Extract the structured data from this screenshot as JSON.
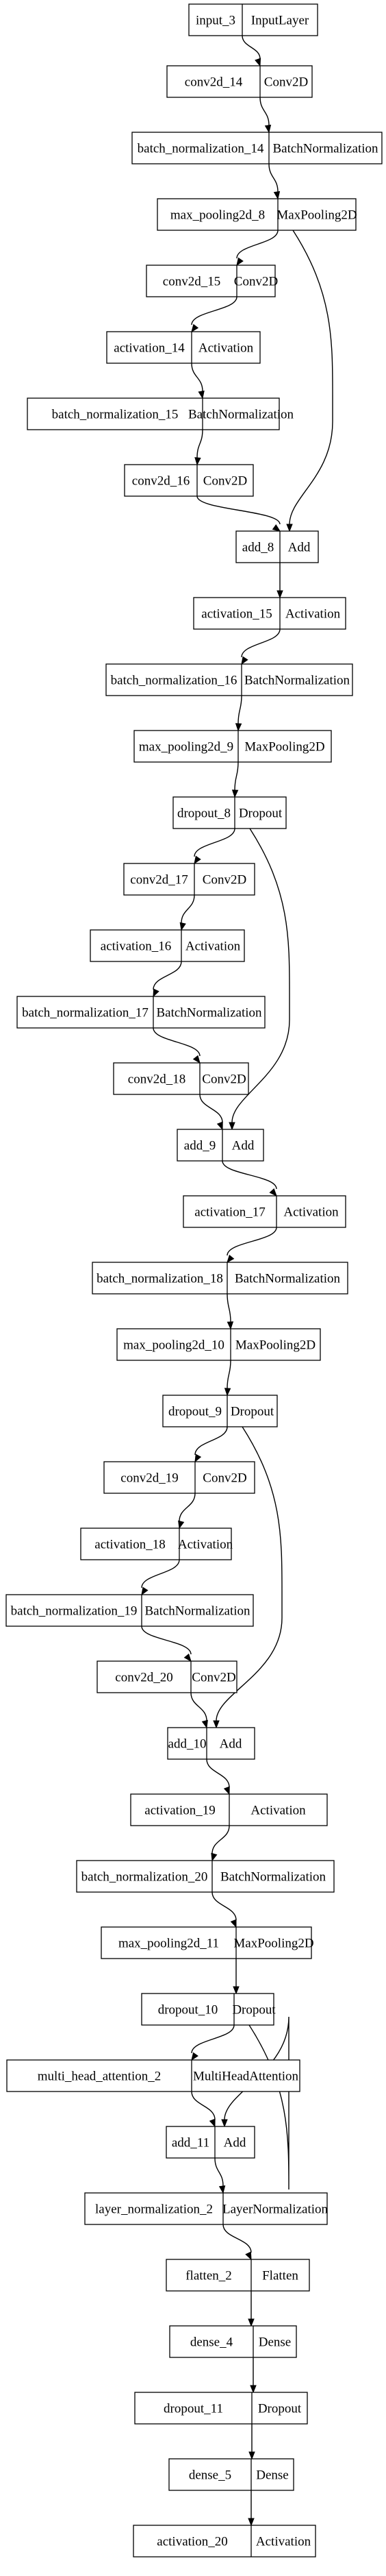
{
  "nodes": [
    {
      "id": "input_3",
      "type": "InputLayer"
    },
    {
      "id": "conv2d_14",
      "type": "Conv2D"
    },
    {
      "id": "batch_normalization_14",
      "type": "BatchNormalization"
    },
    {
      "id": "max_pooling2d_8",
      "type": "MaxPooling2D"
    },
    {
      "id": "conv2d_15",
      "type": "Conv2D"
    },
    {
      "id": "activation_14",
      "type": "Activation"
    },
    {
      "id": "batch_normalization_15",
      "type": "BatchNormalization"
    },
    {
      "id": "conv2d_16",
      "type": "Conv2D"
    },
    {
      "id": "add_8",
      "type": "Add"
    },
    {
      "id": "activation_15",
      "type": "Activation"
    },
    {
      "id": "batch_normalization_16",
      "type": "BatchNormalization"
    },
    {
      "id": "max_pooling2d_9",
      "type": "MaxPooling2D"
    },
    {
      "id": "dropout_8",
      "type": "Dropout"
    },
    {
      "id": "conv2d_17",
      "type": "Conv2D"
    },
    {
      "id": "activation_16",
      "type": "Activation"
    },
    {
      "id": "batch_normalization_17",
      "type": "BatchNormalization"
    },
    {
      "id": "conv2d_18",
      "type": "Conv2D"
    },
    {
      "id": "add_9",
      "type": "Add"
    },
    {
      "id": "activation_17",
      "type": "Activation"
    },
    {
      "id": "batch_normalization_18",
      "type": "BatchNormalization"
    },
    {
      "id": "max_pooling2d_10",
      "type": "MaxPooling2D"
    },
    {
      "id": "dropout_9",
      "type": "Dropout"
    },
    {
      "id": "conv2d_19",
      "type": "Conv2D"
    },
    {
      "id": "activation_18",
      "type": "Activation"
    },
    {
      "id": "batch_normalization_19",
      "type": "BatchNormalization"
    },
    {
      "id": "conv2d_20",
      "type": "Conv2D"
    },
    {
      "id": "add_10",
      "type": "Add"
    },
    {
      "id": "activation_19",
      "type": "Activation"
    },
    {
      "id": "batch_normalization_20",
      "type": "BatchNormalization"
    },
    {
      "id": "max_pooling2d_11",
      "type": "MaxPooling2D"
    },
    {
      "id": "dropout_10",
      "type": "Dropout"
    },
    {
      "id": "multi_head_attention_2",
      "type": "MultiHeadAttention"
    },
    {
      "id": "add_11",
      "type": "Add"
    },
    {
      "id": "layer_normalization_2",
      "type": "LayerNormalization"
    },
    {
      "id": "flatten_2",
      "type": "Flatten"
    },
    {
      "id": "dense_4",
      "type": "Dense"
    },
    {
      "id": "dropout_11",
      "type": "Dropout"
    },
    {
      "id": "dense_5",
      "type": "Dense"
    },
    {
      "id": "activation_20",
      "type": "Activation"
    }
  ],
  "edges": [
    [
      "input_3",
      "conv2d_14"
    ],
    [
      "conv2d_14",
      "batch_normalization_14"
    ],
    [
      "batch_normalization_14",
      "max_pooling2d_8"
    ],
    [
      "max_pooling2d_8",
      "conv2d_15"
    ],
    [
      "max_pooling2d_8",
      "add_8"
    ],
    [
      "conv2d_15",
      "activation_14"
    ],
    [
      "activation_14",
      "batch_normalization_15"
    ],
    [
      "batch_normalization_15",
      "conv2d_16"
    ],
    [
      "conv2d_16",
      "add_8"
    ],
    [
      "add_8",
      "activation_15"
    ],
    [
      "activation_15",
      "batch_normalization_16"
    ],
    [
      "batch_normalization_16",
      "max_pooling2d_9"
    ],
    [
      "max_pooling2d_9",
      "dropout_8"
    ],
    [
      "dropout_8",
      "conv2d_17"
    ],
    [
      "dropout_8",
      "add_9"
    ],
    [
      "conv2d_17",
      "activation_16"
    ],
    [
      "activation_16",
      "batch_normalization_17"
    ],
    [
      "batch_normalization_17",
      "conv2d_18"
    ],
    [
      "conv2d_18",
      "add_9"
    ],
    [
      "add_9",
      "activation_17"
    ],
    [
      "activation_17",
      "batch_normalization_18"
    ],
    [
      "batch_normalization_18",
      "max_pooling2d_10"
    ],
    [
      "max_pooling2d_10",
      "dropout_9"
    ],
    [
      "dropout_9",
      "conv2d_19"
    ],
    [
      "dropout_9",
      "add_10"
    ],
    [
      "conv2d_19",
      "activation_18"
    ],
    [
      "activation_18",
      "batch_normalization_19"
    ],
    [
      "batch_normalization_19",
      "conv2d_20"
    ],
    [
      "conv2d_20",
      "add_10"
    ],
    [
      "add_10",
      "activation_19"
    ],
    [
      "activation_19",
      "batch_normalization_20"
    ],
    [
      "batch_normalization_20",
      "max_pooling2d_11"
    ],
    [
      "max_pooling2d_11",
      "dropout_10"
    ],
    [
      "dropout_10",
      "multi_head_attention_2"
    ],
    [
      "dropout_10",
      "add_11"
    ],
    [
      "multi_head_attention_2",
      "add_11"
    ],
    [
      "add_11",
      "layer_normalization_2"
    ],
    [
      "layer_normalization_2",
      "flatten_2"
    ],
    [
      "flatten_2",
      "dense_4"
    ],
    [
      "dense_4",
      "dropout_11"
    ],
    [
      "dropout_11",
      "dense_5"
    ],
    [
      "dense_5",
      "activation_20"
    ]
  ]
}
